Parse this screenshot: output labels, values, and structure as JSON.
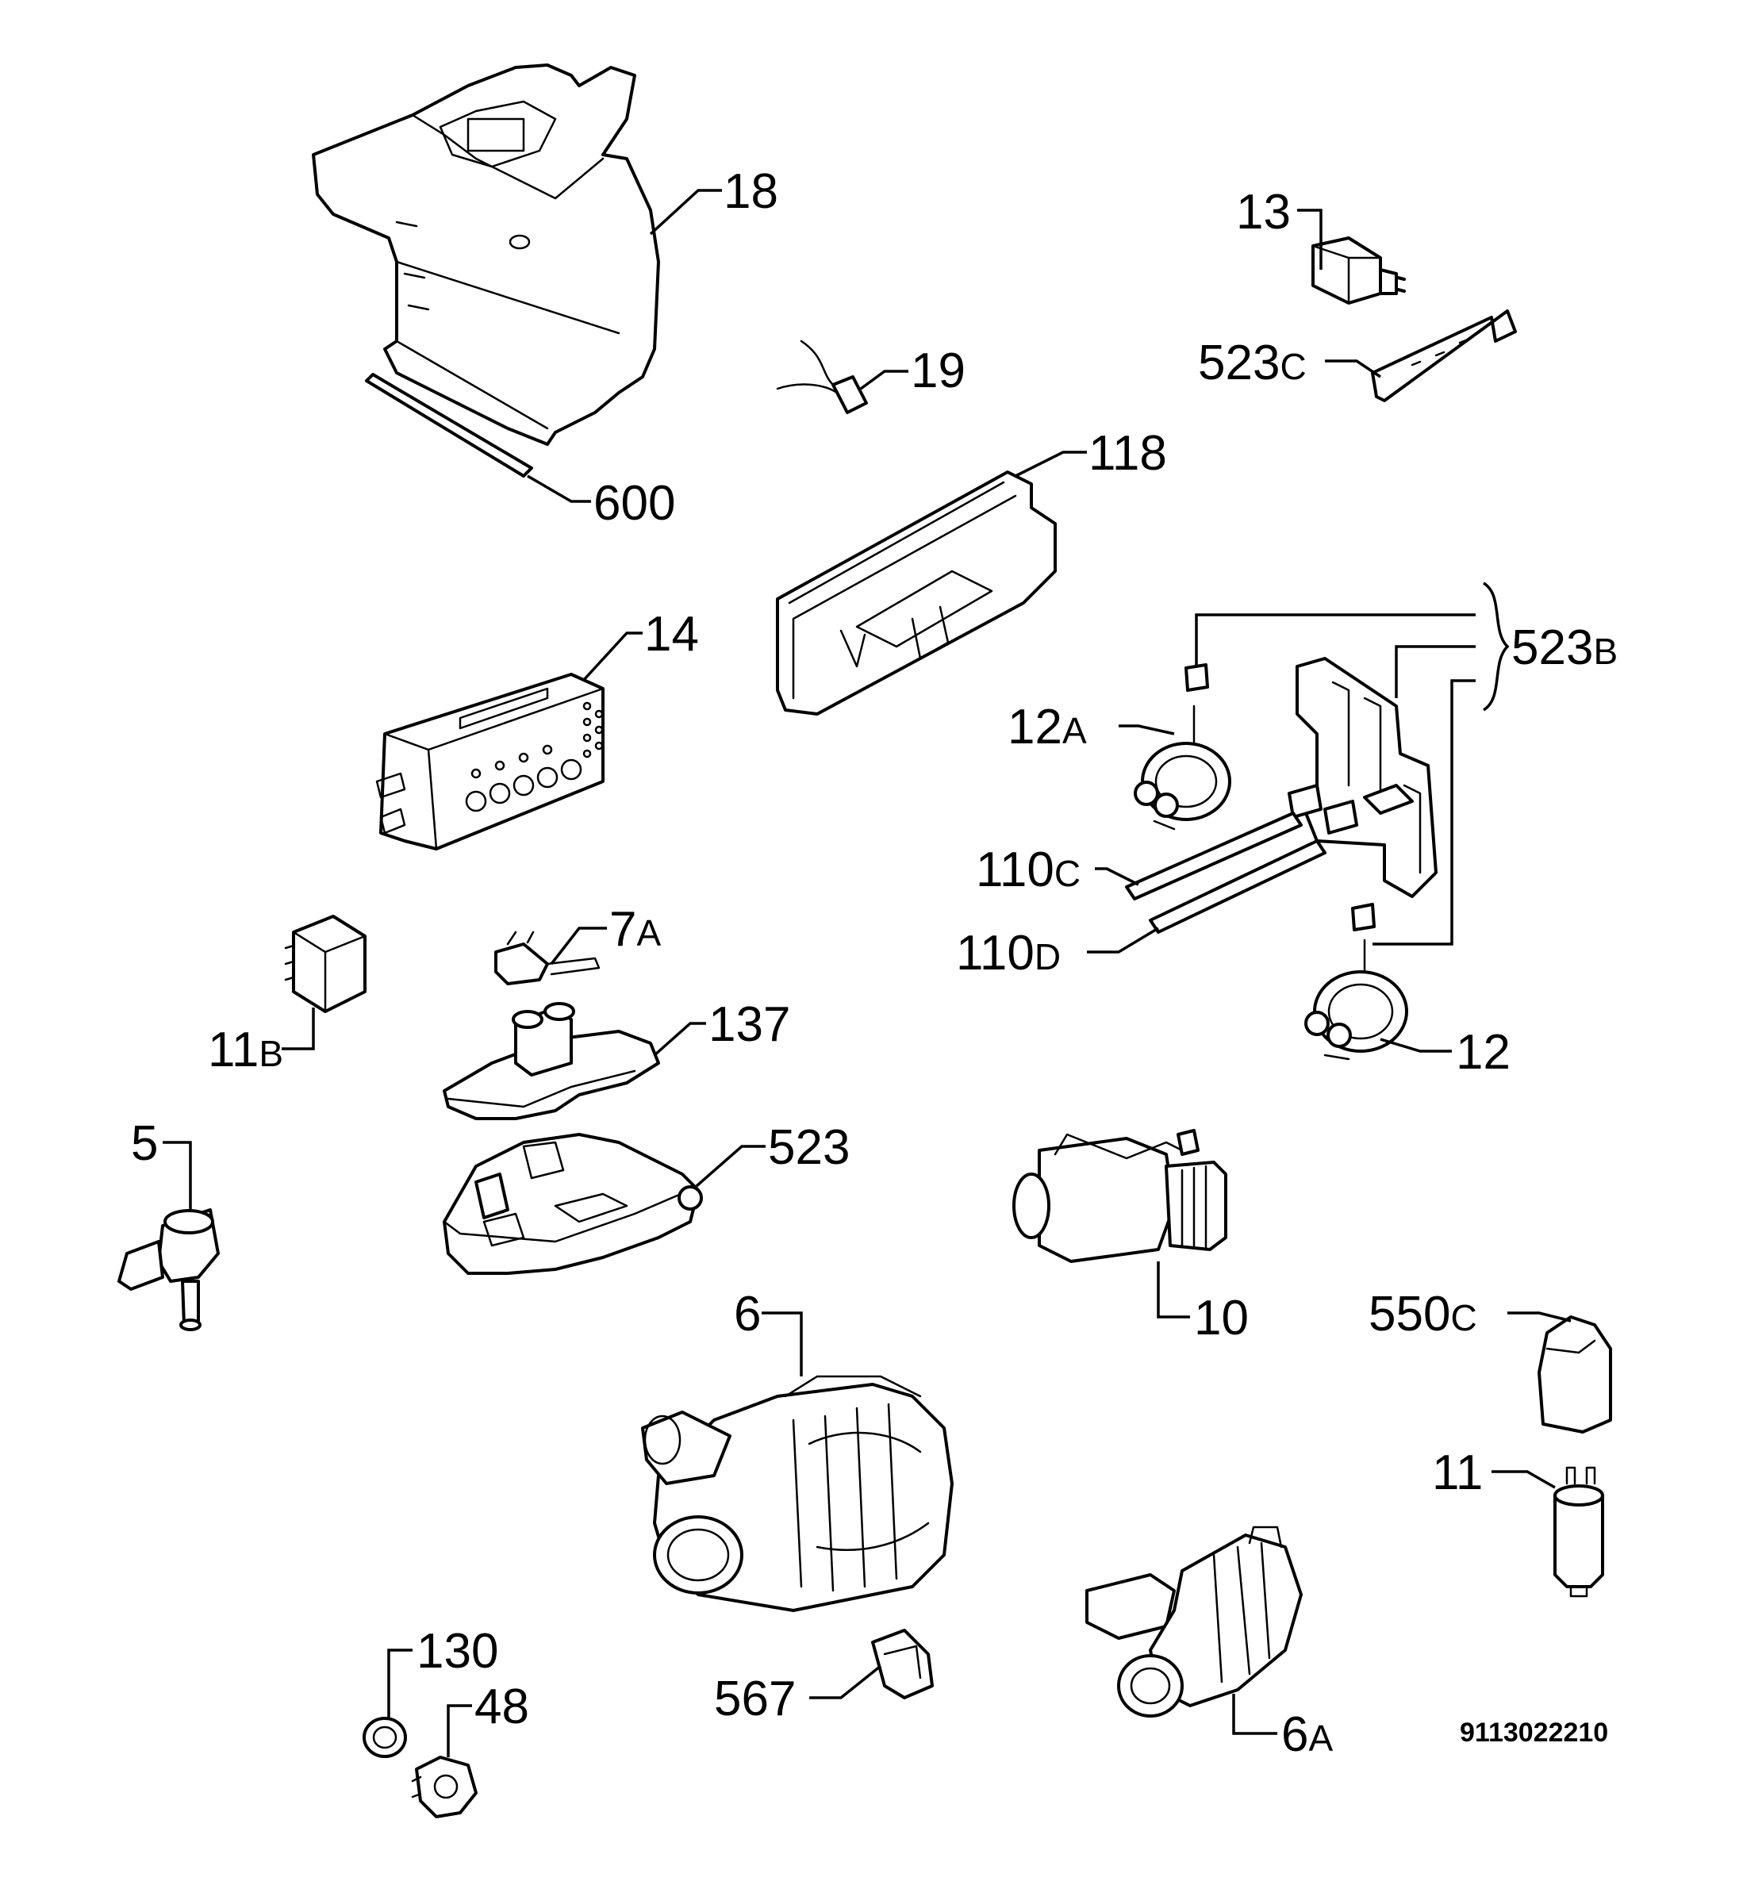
{
  "parts": [
    {
      "id": "p18",
      "number": "18",
      "suffix": ""
    },
    {
      "id": "p600",
      "number": "600",
      "suffix": ""
    },
    {
      "id": "p19",
      "number": "19",
      "suffix": ""
    },
    {
      "id": "p13",
      "number": "13",
      "suffix": ""
    },
    {
      "id": "p523c",
      "number": "523",
      "suffix": "C"
    },
    {
      "id": "p118",
      "number": "118",
      "suffix": ""
    },
    {
      "id": "p14",
      "number": "14",
      "suffix": ""
    },
    {
      "id": "p523b",
      "number": "523",
      "suffix": "B"
    },
    {
      "id": "p12a",
      "number": "12",
      "suffix": "A"
    },
    {
      "id": "p110c",
      "number": "110",
      "suffix": "C"
    },
    {
      "id": "p110d",
      "number": "110",
      "suffix": "D"
    },
    {
      "id": "p12",
      "number": "12",
      "suffix": ""
    },
    {
      "id": "p7a",
      "number": "7",
      "suffix": "A"
    },
    {
      "id": "p11b",
      "number": "11",
      "suffix": "B"
    },
    {
      "id": "p137",
      "number": "137",
      "suffix": ""
    },
    {
      "id": "p5",
      "number": "5",
      "suffix": ""
    },
    {
      "id": "p523",
      "number": "523",
      "suffix": ""
    },
    {
      "id": "p10",
      "number": "10",
      "suffix": ""
    },
    {
      "id": "p550c",
      "number": "550",
      "suffix": "C"
    },
    {
      "id": "p6",
      "number": "6",
      "suffix": ""
    },
    {
      "id": "p11",
      "number": "11",
      "suffix": ""
    },
    {
      "id": "p6a",
      "number": "6",
      "suffix": "A"
    },
    {
      "id": "p130",
      "number": "130",
      "suffix": ""
    },
    {
      "id": "p48",
      "number": "48",
      "suffix": ""
    },
    {
      "id": "p567",
      "number": "567",
      "suffix": ""
    }
  ],
  "document_number": "9113022210",
  "colors": {
    "line": "#000000",
    "background": "#ffffff"
  }
}
